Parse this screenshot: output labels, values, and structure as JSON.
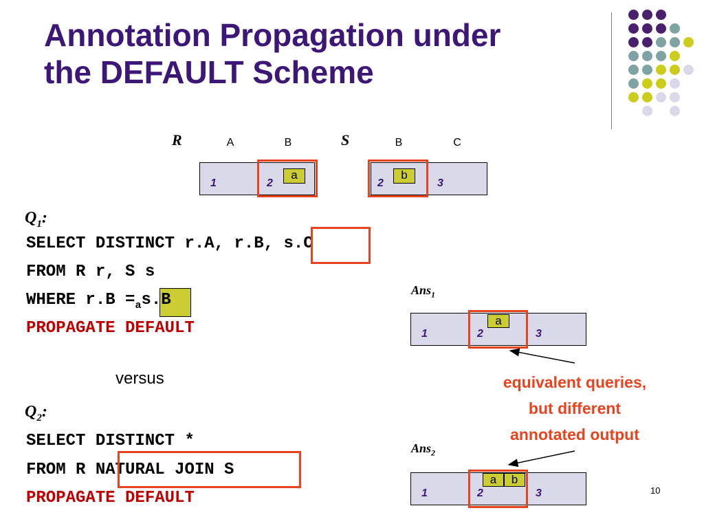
{
  "slide": {
    "title_line1": "Annotation Propagation under",
    "title_line2": "the DEFAULT Scheme",
    "page_number": "10"
  },
  "relations": {
    "R": {
      "name": "R",
      "columns": [
        "A",
        "B"
      ],
      "values": [
        "1",
        "2"
      ],
      "annotation": "a"
    },
    "S": {
      "name": "S",
      "columns": [
        "B",
        "C"
      ],
      "values": [
        "2",
        "3"
      ],
      "annotation": "b"
    }
  },
  "q1": {
    "label": "Q",
    "sub": "1",
    "suffix": ":",
    "line1_a": "SELECT DISTINCT r.A, ",
    "line1_b": "r.B,",
    "line1_c": " s.C",
    "line2": "FROM R r, S s",
    "line3_a": "WHERE r.B ",
    "line3_eq": "=",
    "line3_eq_sub": "a",
    "line3_b": "s.B",
    "line4": "PROPAGATE DEFAULT"
  },
  "versus": "versus",
  "q2": {
    "label": "Q",
    "sub": "2",
    "suffix": ":",
    "line1": "SELECT DISTINCT *",
    "line2_a": "FROM R ",
    "line2_b": "NATURAL JOIN",
    "line2_c": " S",
    "line3": "PROPAGATE DEFAULT"
  },
  "ans1": {
    "label": "Ans",
    "sub": "1",
    "values": [
      "1",
      "2",
      "3"
    ],
    "annotations": [
      "a"
    ]
  },
  "ans2": {
    "label": "Ans",
    "sub": "2",
    "values": [
      "1",
      "2",
      "3"
    ],
    "annotations": [
      "a",
      "b"
    ]
  },
  "note": {
    "line1": "equivalent queries,",
    "line2": "but different",
    "line3": "annotated output"
  },
  "colors": {
    "title": "#3d1778",
    "highlight_box": "#e8431e",
    "annotation_fill": "#cccc33",
    "table_fill": "#d9d9ea",
    "keyword_red": "#c00000"
  }
}
